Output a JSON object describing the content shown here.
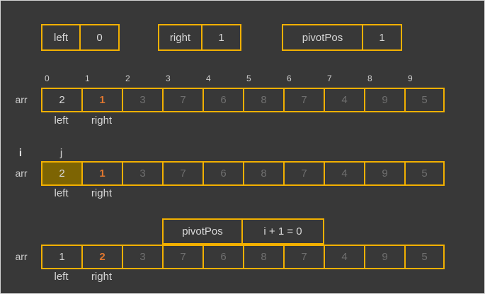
{
  "colors": {
    "background": "#383838",
    "cell_border": "#f2b000",
    "highlight_fill": "#7d6403",
    "text_bright": "#d8d8d8",
    "text_dim": "#6f6f6f",
    "text_orange": "#e1772f",
    "text_label": "#cfcfcf"
  },
  "variables": [
    {
      "name": "left",
      "value": "0"
    },
    {
      "name": "right",
      "value": "1"
    },
    {
      "name": "pivotPos",
      "value": "1"
    }
  ],
  "rows": [
    {
      "label": "arr",
      "indices": [
        "0",
        "1",
        "2",
        "3",
        "4",
        "5",
        "6",
        "7",
        "8",
        "9"
      ],
      "values": [
        "2",
        "1",
        "3",
        "7",
        "6",
        "8",
        "7",
        "4",
        "9",
        "5"
      ],
      "bright_index": 0,
      "orange_index": 1,
      "filled_index": null,
      "below_labels": [
        {
          "cell": 0,
          "text": "left"
        },
        {
          "cell": 1,
          "text": "right"
        }
      ]
    },
    {
      "label": "arr",
      "above_labels": [
        {
          "pos": "outside-left",
          "text": "i"
        },
        {
          "cell": 0,
          "text": "j"
        }
      ],
      "values": [
        "2",
        "1",
        "3",
        "7",
        "6",
        "8",
        "7",
        "4",
        "9",
        "5"
      ],
      "bright_index": 0,
      "orange_index": 1,
      "filled_index": 0,
      "below_labels": [
        {
          "cell": 0,
          "text": "left"
        },
        {
          "cell": 1,
          "text": "right"
        }
      ]
    },
    {
      "label": "arr",
      "pivot_box": {
        "label": "pivotPos",
        "value": "i + 1 = 0"
      },
      "values": [
        "1",
        "2",
        "3",
        "7",
        "6",
        "8",
        "7",
        "4",
        "9",
        "5"
      ],
      "bright_index": 0,
      "orange_index": 1,
      "filled_index": null,
      "below_labels": [
        {
          "cell": 0,
          "text": "left"
        },
        {
          "cell": 1,
          "text": "right"
        }
      ]
    }
  ]
}
